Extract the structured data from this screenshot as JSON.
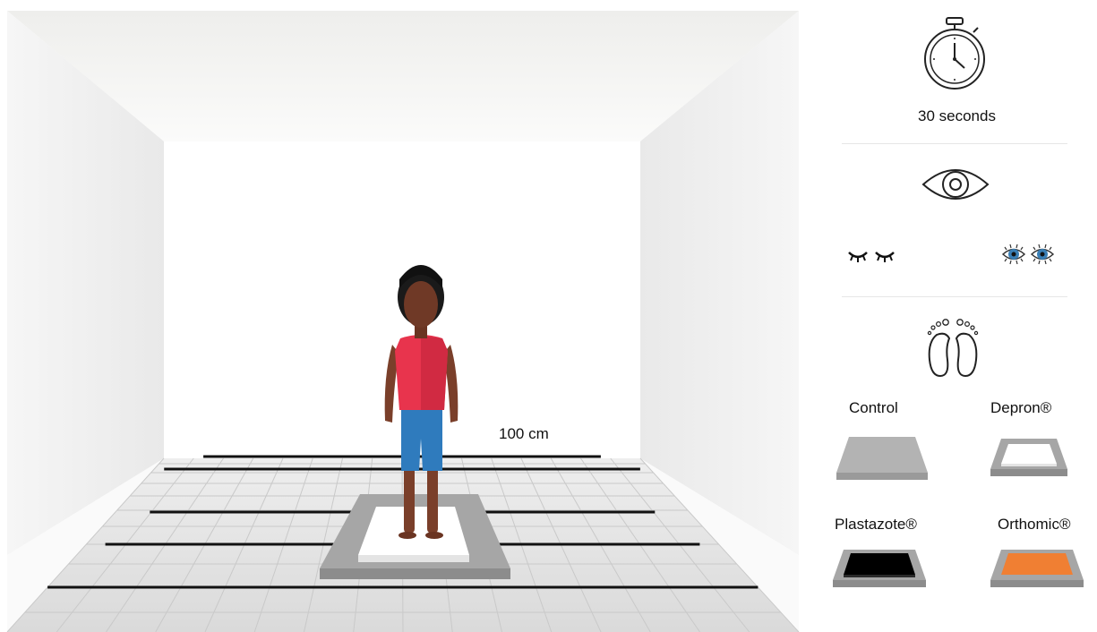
{
  "scene": {
    "distance_label": "100 cm"
  },
  "panel": {
    "timer": {
      "icon": "stopwatch-icon",
      "text": "30 seconds"
    },
    "vision": {
      "icon": "eye-icon",
      "options": [
        {
          "icon": "eyes-closed-icon"
        },
        {
          "icon": "eyes-open-icon"
        }
      ]
    },
    "surfaces": {
      "icon": "feet-icon",
      "items": [
        {
          "label": "Control",
          "color": "#b3b3b3"
        },
        {
          "label": "Depron®",
          "color": "#ffffff"
        },
        {
          "label": "Plastazote®",
          "color": "#000000"
        },
        {
          "label": "Orthomic®",
          "color": "#f07f33"
        }
      ]
    }
  },
  "colors": {
    "shirt": "#e8344d",
    "shorts": "#2f7bbd",
    "skin": "#7a3f2a",
    "hair": "#1a1a1a",
    "mat_frame": "#9e9e9e",
    "floor": "#e3e3e3"
  }
}
